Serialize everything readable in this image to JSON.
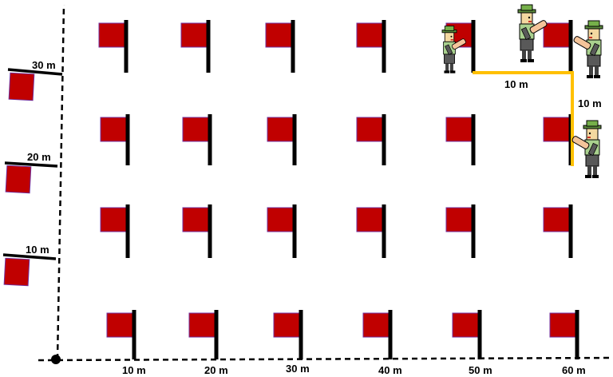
{
  "x_axis": {
    "tick_labels": [
      "10 m",
      "20 m",
      "30 m",
      "40 m",
      "50 m",
      "60 m"
    ]
  },
  "y_axis": {
    "tick_labels": [
      "10 m",
      "20 m",
      "30 m"
    ]
  },
  "flag_grid": {
    "columns_m": [
      10,
      20,
      30,
      40,
      50,
      60
    ],
    "rows_m": [
      0,
      10,
      20,
      30
    ],
    "flag_color": "#c00000"
  },
  "path_segments": [
    {
      "label": "10 m",
      "color": "#ffc000"
    },
    {
      "label": "10 m",
      "color": "#ffc000"
    }
  ],
  "people_count": 4
}
